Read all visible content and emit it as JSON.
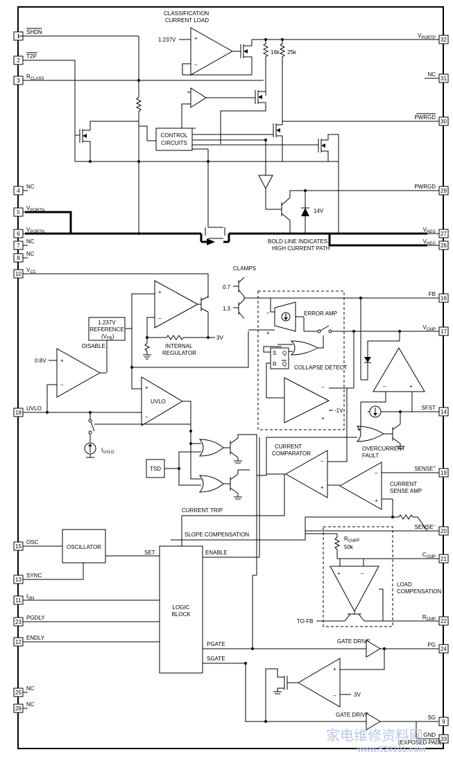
{
  "labels": {
    "classification": "CLASSIFICATION",
    "current_load": "CURRENT LOAD",
    "v1237": "1.237V",
    "r16k": "16k",
    "r25k": "25k",
    "control1": "CONTROL",
    "control2": "CIRCUITS",
    "v14": "14V",
    "bold1": "BOLD LINE INDICATES",
    "bold2": "HIGH CURRENT PATH",
    "clamps": "CLAMPS",
    "v07": "0.7",
    "v13": "1.3",
    "error_amp": "ERROR AMP",
    "ref1": "1.237V",
    "ref2": "REFERENCE",
    "ref3": "(V",
    "ref3sub": "FB",
    "ref3end": ")",
    "disable": "DISABLE",
    "internal1": "INTERNAL",
    "internal2": "REGULATOR",
    "v3a": "3V",
    "v08": "0.8V",
    "uvlo_amp": "UVLO",
    "collapse": "COLLAPSE DETECT",
    "s": "S",
    "q": "Q",
    "r": "R",
    "qbar": "Q",
    "v1neg": "-1V",
    "iuvlo": "I",
    "iuvlo_sub": "UVLO",
    "tsd": "TSD",
    "overcurrent1": "OVERCURRENT",
    "overcurrent2": "FAULT",
    "current1": "CURRENT",
    "current2": "COMPARATOR",
    "sense_amp1": "CURRENT",
    "sense_amp2": "SENSE AMP",
    "current_trip": "CURRENT TRIP",
    "slope": "SLOPE COMPENSATION",
    "oscillator": "OSCILLATOR",
    "set": "SET",
    "enable": "ENABLE",
    "rcmpf": "R",
    "rcmpf_sub": "CMPF",
    "r50k": "50k",
    "load1": "LOAD",
    "load2": "COMPENSATION",
    "logic1": "LOGIC",
    "logic2": "BLOCK",
    "to_fb": "TO FB",
    "pgate": "PGATE",
    "sgate": "SGATE",
    "gate_drive1": "GATE DRIVE",
    "gate_drive2": "GATE DRIVE",
    "v3b": "3V",
    "exposed_pad": "(EXPOSED PAD)"
  },
  "left_pins": [
    {
      "num": "1",
      "name": "SHDN"
    },
    {
      "num": "2",
      "name": "T2P"
    },
    {
      "num": "3",
      "name": "R",
      "sub": "CLASS"
    },
    {
      "num": "4",
      "name": "NC"
    },
    {
      "num": "5",
      "name": "V",
      "sub": "PORTN"
    },
    {
      "num": "6",
      "name": "V",
      "sub": "PORTN"
    },
    {
      "num": "7",
      "name": "NC"
    },
    {
      "num": "8",
      "name": "NC"
    },
    {
      "num": "10",
      "name": "V",
      "sub": "CC"
    },
    {
      "num": "18",
      "name": "UVLO"
    },
    {
      "num": "15",
      "name": "OSC"
    },
    {
      "num": "13",
      "name": "SYNC"
    },
    {
      "num": "11",
      "name": "I",
      "sub": "ON"
    },
    {
      "num": "23",
      "name": "PGDLY"
    },
    {
      "num": "12",
      "name": "ENDLY"
    },
    {
      "num": "25",
      "name": "NC"
    },
    {
      "num": "28",
      "name": "NC"
    }
  ],
  "right_pins": [
    {
      "num": "32",
      "name": "V",
      "sub": "PORTP"
    },
    {
      "num": "31",
      "name": "NC"
    },
    {
      "num": "30",
      "name": "PWRGD"
    },
    {
      "num": "29",
      "name": "PWRGD"
    },
    {
      "num": "27",
      "name": "V",
      "sub": "NEG"
    },
    {
      "num": "26",
      "name": "V",
      "sub": "NEG"
    },
    {
      "num": "16",
      "name": "FB"
    },
    {
      "num": "17",
      "name": "V",
      "sub": "CMP"
    },
    {
      "num": "14",
      "name": "SFST"
    },
    {
      "num": "19",
      "name": "SENSE",
      "sup": "+"
    },
    {
      "num": "20",
      "name": "SENSE",
      "sup": "–"
    },
    {
      "num": "21",
      "name": "C",
      "sub": "CMP"
    },
    {
      "num": "22",
      "name": "R",
      "sub": "CMP"
    },
    {
      "num": "24",
      "name": "PG"
    },
    {
      "num": "9",
      "name": "SG"
    },
    {
      "num": "33",
      "name": "GND"
    }
  ],
  "watermark": {
    "text": "家电维修资料网",
    "url": "www.520101.com"
  }
}
